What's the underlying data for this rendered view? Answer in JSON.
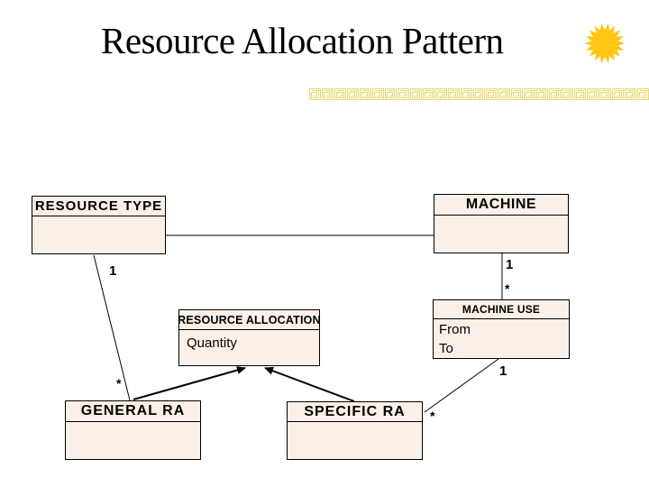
{
  "slide": {
    "title": "Resource Allocation Pattern"
  },
  "decor": {
    "sun_color": "#FFC613",
    "motif_color": "#E6D878",
    "motif_fill": "#FFFDF0",
    "motif_count": 27
  },
  "diagram": {
    "box_fill": "#FBF0E7",
    "classes": [
      {
        "name": "RESOURCE TYPE",
        "attributes": []
      },
      {
        "name": "MACHINE",
        "attributes": []
      },
      {
        "name": "RESOURCE ALLOCATION",
        "attributes": [
          "Quantity"
        ]
      },
      {
        "name": "MACHINE USE",
        "attributes": [
          "From",
          "To"
        ]
      },
      {
        "name": "GENERAL RA",
        "attributes": []
      },
      {
        "name": "SPECIFIC RA",
        "attributes": []
      }
    ],
    "labels": {
      "resource_type_to_general_ra": {
        "one": "1",
        "many": "*"
      },
      "machine_to_machine_use": {
        "one": "1",
        "many": "*"
      },
      "machine_use_to_specific_ra": {
        "one": "1",
        "many": "*"
      }
    }
  }
}
